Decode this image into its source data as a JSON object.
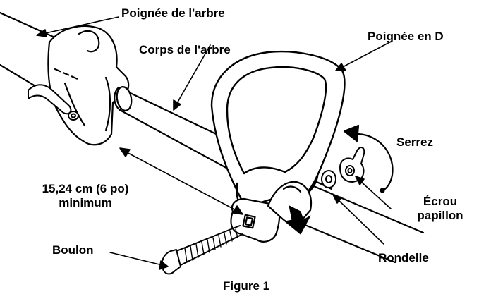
{
  "labels": {
    "shaft_handle": "Poignée de l'arbre",
    "d_handle": "Poignée en D",
    "shaft_body": "Corps de l'arbre",
    "tighten": "Serrez",
    "distance_line1": "15,24 cm (6 po)",
    "distance_line2": "minimum",
    "wing_nut_line1": "Écrou",
    "wing_nut_line2": "papillon",
    "bolt": "Boulon",
    "washer": "Rondelle"
  },
  "caption": "Figure 1"
}
